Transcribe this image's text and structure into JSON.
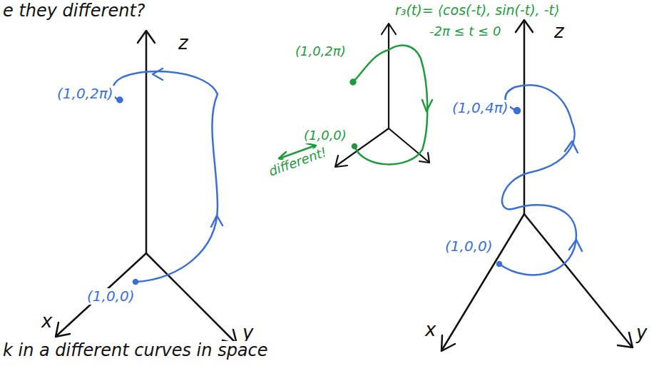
{
  "diagram": {
    "labels": [
      "e they different?",
      "r₃(t)= ⟨cos(-t), sin(-t), -t⟩",
      "z",
      "(1,0,2π)",
      "-2π ≤ t ≤ 0",
      "z",
      "(1,0,2π)",
      "(1,0,0)",
      "different!",
      "(1,0,4π)",
      "(1,0,0)",
      "(1,0,0)",
      "x",
      "y",
      "x",
      "y",
      "k in a different curves in space"
    ]
  }
}
